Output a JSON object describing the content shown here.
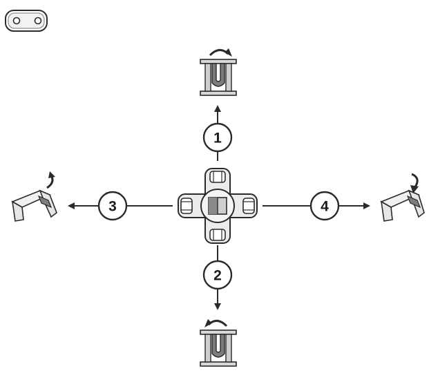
{
  "diagram": {
    "steps": [
      {
        "id": "1",
        "direction": "up",
        "rotation_icon": "curved-arrow-clockwise-icon"
      },
      {
        "id": "2",
        "direction": "down",
        "rotation_icon": "curved-arrow-counterclockwise-icon"
      },
      {
        "id": "3",
        "direction": "left",
        "rotation_icon": "curved-arrow-counterclockwise-icon"
      },
      {
        "id": "4",
        "direction": "right",
        "rotation_icon": "curved-arrow-clockwise-icon"
      }
    ],
    "icons": {
      "corner": "switch-toggle-icon",
      "center": "cross-joint-icon",
      "vertical_part": "u-channel-clip-icon",
      "side_part": "wedge-bracket-icon"
    },
    "colors": {
      "line": "#2a2a2a",
      "fill_light": "#ebebeb",
      "fill_dark": "#7a7a7a"
    }
  }
}
